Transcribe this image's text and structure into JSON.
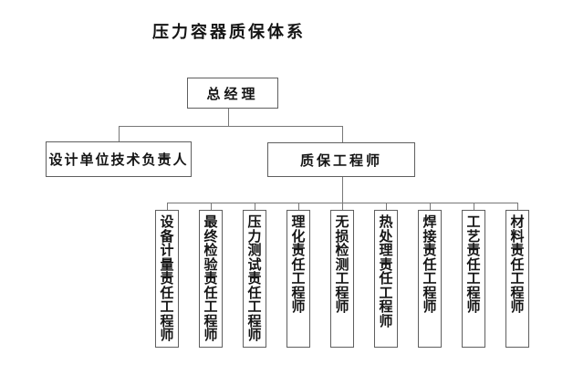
{
  "title": "压力容器质保体系",
  "org": {
    "root": "总经理",
    "design_leader": "设计单位技术负责人",
    "qa_engineer": "质保工程师",
    "engineers": [
      "设备计量责任工程师",
      "最终检验责任工程师",
      "压力测试责任工程师",
      "理化责任工程师",
      "无损检测工程师",
      "热处理责任工程师",
      "焊接责任工程师",
      "工艺责任工程师",
      "材料责任工程师"
    ]
  },
  "colors": {
    "background": "#ffffff",
    "box_border": "#5f5f5f",
    "connector_line": "#777777",
    "text": "#151515"
  }
}
